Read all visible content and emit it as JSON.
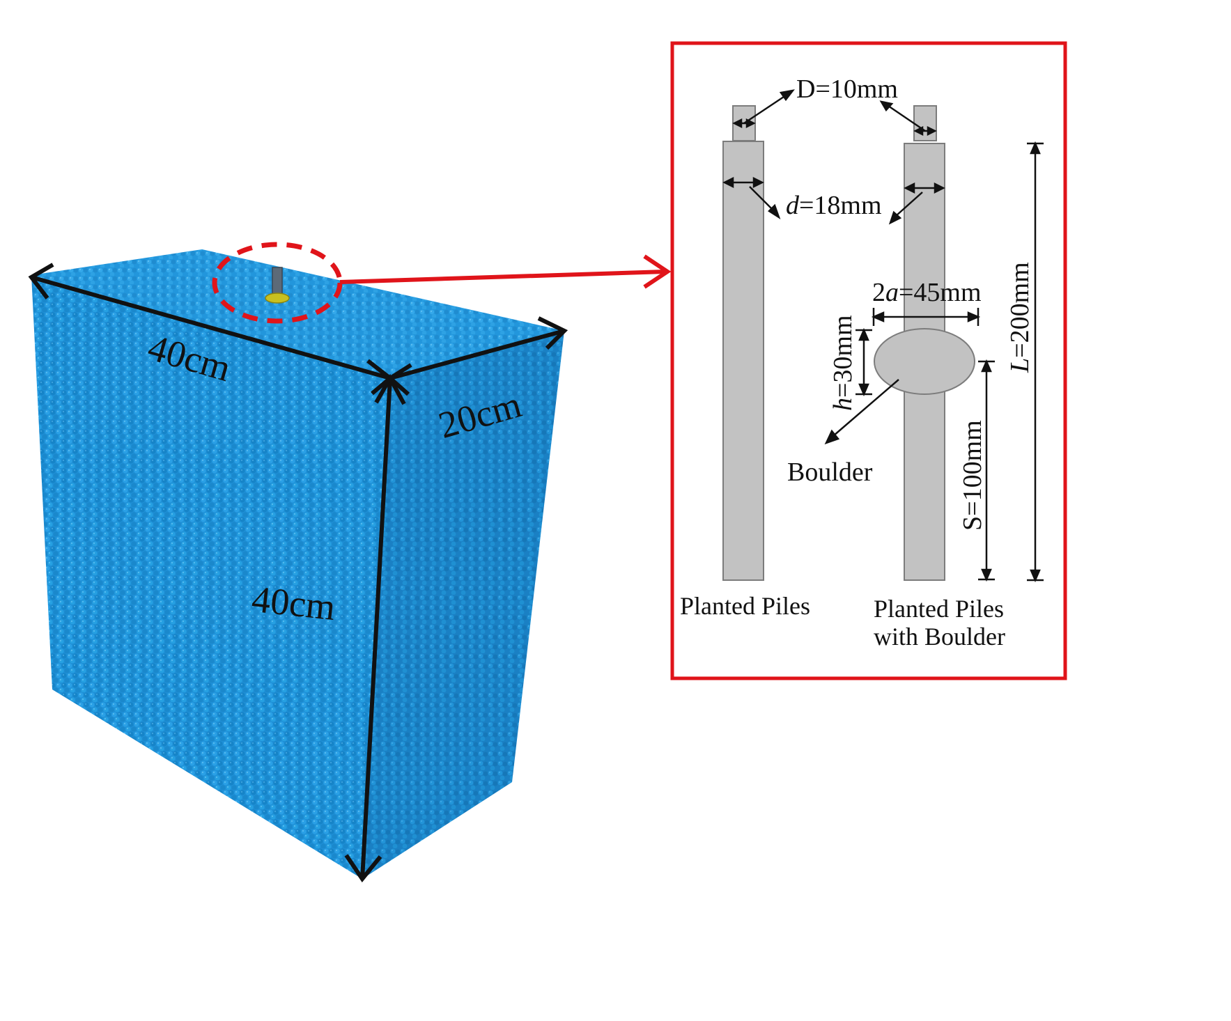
{
  "colors": {
    "soil": "#1e8fd6",
    "soil_dark": "#0f6fb0",
    "soil_side": "#1a80c4",
    "pile": "#c2c2c2",
    "pile_stroke": "#7c7c7c",
    "frame": "#e0141a",
    "arrow": "#111111",
    "callout": "#e0141a"
  },
  "model": {
    "width_label": "40cm",
    "depth_label": "20cm",
    "height_label": "40cm",
    "pile_marker": "pile-icon"
  },
  "detail": {
    "D_label": "D=10mm",
    "d_label_var": "d",
    "d_label_val": "=18mm",
    "a_label_pre": "2",
    "a_label_var": "a",
    "a_label_val": "=45mm",
    "h_label_var": "h",
    "h_label_val": "=30mm",
    "L_label_var": "L",
    "L_label_val": "=200mm",
    "S_label": "S=100mm",
    "boulder_label": "Boulder",
    "left_caption": "Planted Piles",
    "right_caption_line1": "Planted Piles",
    "right_caption_line2": "with Boulder"
  }
}
